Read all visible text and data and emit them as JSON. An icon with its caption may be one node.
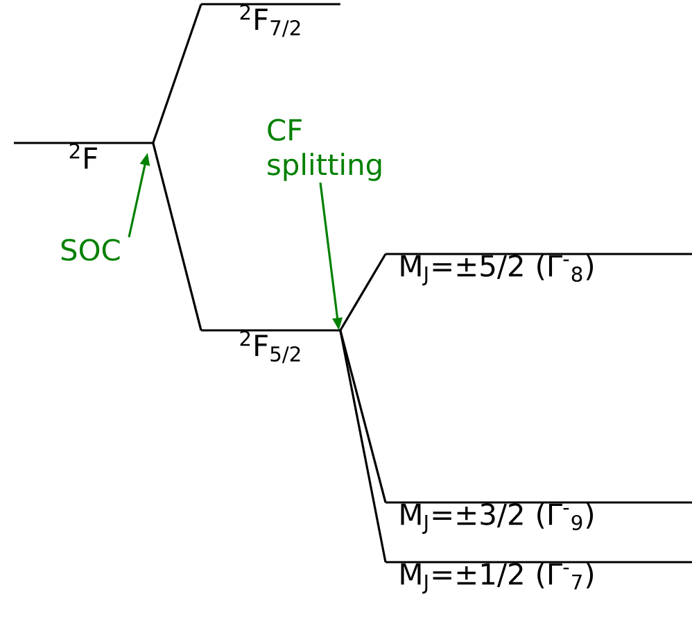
{
  "diagram": {
    "nodes": [
      {
        "text": [
          "$^{2}$F"
        ]
      },
      {
        "text": [
          "$^{2}$F$_{7/2}$"
        ]
      },
      {
        "text": [
          "$^{2}$F$_{5/2}$"
        ]
      },
      {
        "text": [
          "M$_{J}$=±5/2 (Γ$^{-}$$_{8}$)"
        ]
      },
      {
        "text": [
          "M$_{J}$=±3/2 (Γ$^{-}$$_{9}$)"
        ]
      },
      {
        "text": [
          "M$_{J}$=±1/2 (Γ$^{-}$$_{7}$)"
        ]
      },
      {
        "text": [
          "SOC"
        ]
      },
      {
        "text": [
          "CF splitting"
        ]
      }
    ],
    "edges": [
      {
        "from": 0,
        "to": 1,
        "arrow": "none"
      },
      {
        "from": 0,
        "to": 2,
        "arrow": "none"
      },
      {
        "from": 2,
        "to": 3,
        "arrow": "none"
      },
      {
        "from": 2,
        "to": 4,
        "arrow": "none"
      },
      {
        "from": 2,
        "to": 5,
        "arrow": "none"
      },
      {
        "from": 6,
        "to": 0,
        "arrow": "to",
        "color": "#008000"
      },
      {
        "from": 7,
        "to": 2,
        "arrow": "to",
        "color": "#008000"
      }
    ]
  }
}
